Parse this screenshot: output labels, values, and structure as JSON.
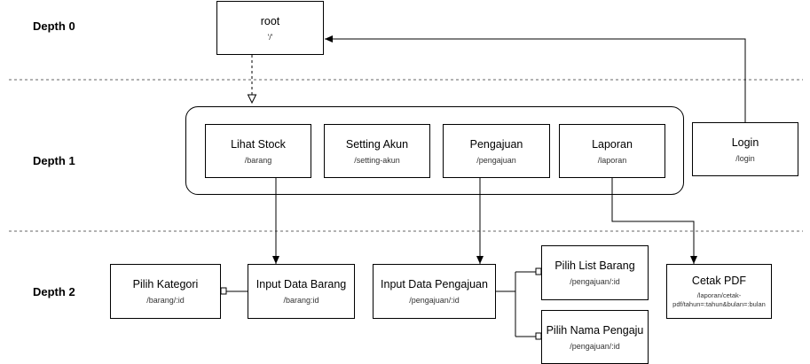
{
  "depths": [
    {
      "label": "Depth 0"
    },
    {
      "label": "Depth 1"
    },
    {
      "label": "Depth 2"
    }
  ],
  "nodes": {
    "root": {
      "title": "root",
      "path": "'/'"
    },
    "lihat_stock": {
      "title": "Lihat Stock",
      "path": "/barang"
    },
    "setting_akun": {
      "title": "Setting Akun",
      "path": "/setting-akun"
    },
    "pengajuan": {
      "title": "Pengajuan",
      "path": "/pengajuan"
    },
    "laporan": {
      "title": "Laporan",
      "path": "/laporan"
    },
    "login": {
      "title": "Login",
      "path": "/login"
    },
    "pilih_kategori": {
      "title": "Pilih Kategori",
      "path": "/barang/:id"
    },
    "input_data_barang": {
      "title": "Input Data Barang",
      "path": "/barang:id"
    },
    "input_data_pengajuan": {
      "title": "Input Data Pengajuan",
      "path": "/pengajuan/:id"
    },
    "pilih_list_barang": {
      "title": "Pilih List Barang",
      "path": "/pengajuan/:id"
    },
    "pilih_nama_pengaju": {
      "title": "Pilih Nama Pengaju",
      "path": "/pengajuan/:id"
    },
    "cetak_pdf": {
      "title": "Cetak PDF",
      "path_line1": "/laporan/cetak-",
      "path_line2": "pdf/tahun=:tahun&bulan=:bulan"
    }
  },
  "colors": {
    "line": "#000000",
    "separator": "#666666",
    "background": "#ffffff"
  }
}
